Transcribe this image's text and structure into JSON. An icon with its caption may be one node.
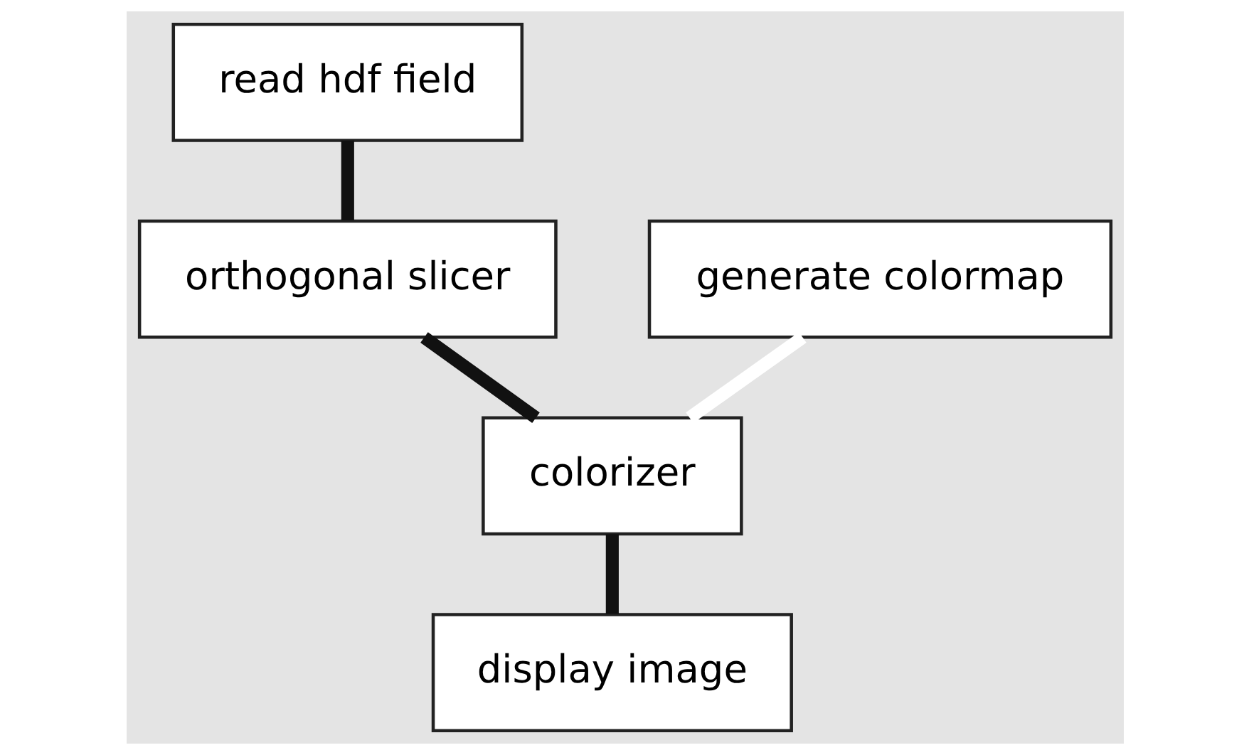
{
  "diagram": {
    "nodes": [
      {
        "text": [
          "read hdf field"
        ]
      },
      {
        "text": [
          "orthogonal slicer"
        ]
      },
      {
        "text": [
          "generate colormap"
        ]
      },
      {
        "text": [
          "colorizer"
        ]
      },
      {
        "text": [
          "display image"
        ]
      }
    ],
    "edges": [
      {
        "from": 0,
        "to": 1,
        "arrow": "none"
      },
      {
        "from": 1,
        "to": 3,
        "arrow": "none"
      },
      {
        "from": 2,
        "to": 3,
        "arrow": "none",
        "color": "#ffffff"
      },
      {
        "from": 3,
        "to": 4,
        "arrow": "none"
      }
    ]
  }
}
